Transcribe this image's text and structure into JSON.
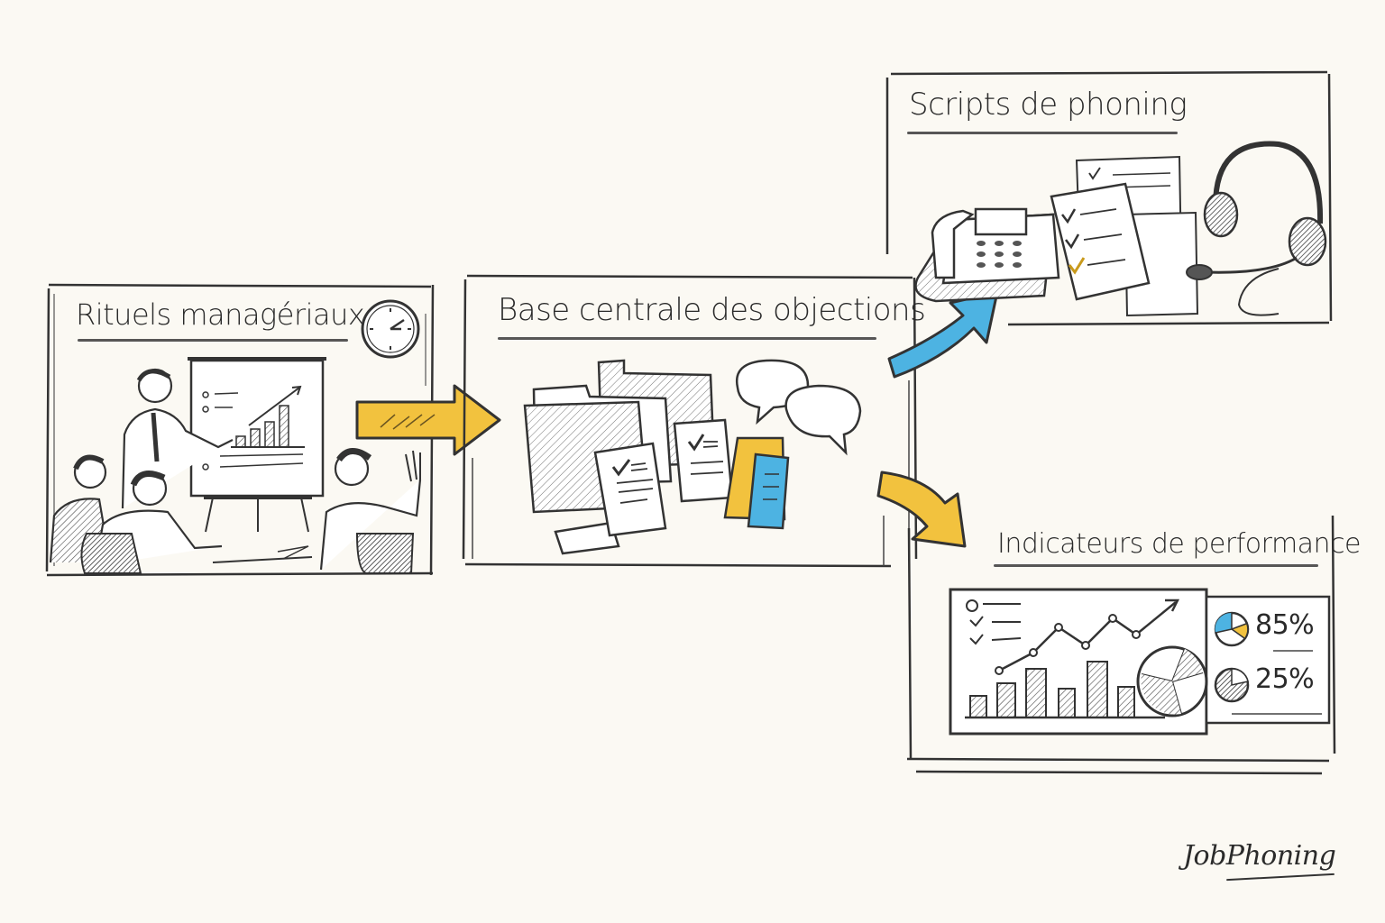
{
  "diagram": {
    "type": "flow",
    "colors": {
      "background": "#fbf9f3",
      "ink": "#2b2b2b",
      "accent_yellow": "#f2c23e",
      "accent_blue": "#4db3e2"
    },
    "nodes": [
      {
        "id": "rituels",
        "title": "Rituels managériaux",
        "illustration": "manager-presenting-chart-to-team",
        "icons": [
          "clock-icon",
          "flipchart-icon",
          "bar-chart-icon"
        ]
      },
      {
        "id": "base",
        "title": "Base centrale des objections",
        "illustration": "folders-documents-speech-bubbles",
        "icons": [
          "folder-icon",
          "checklist-icon",
          "speech-bubble-icon",
          "sticky-note-icon"
        ]
      },
      {
        "id": "scripts",
        "title": "Scripts de phoning",
        "illustration": "desk-phone-script-headset",
        "icons": [
          "desk-phone-icon",
          "checklist-icon",
          "headset-icon"
        ]
      },
      {
        "id": "indicateurs",
        "title": "Indicateurs de performance",
        "illustration": "dashboard-charts",
        "icons": [
          "line-chart-icon",
          "bar-chart-icon",
          "pie-chart-icon"
        ],
        "kpis": [
          {
            "value": "85%",
            "color": "#4db3e2"
          },
          {
            "value": "25%",
            "color": "#555555"
          }
        ]
      }
    ],
    "edges": [
      {
        "from": "rituels",
        "to": "base",
        "color": "#f2c23e"
      },
      {
        "from": "base",
        "to": "scripts",
        "color": "#4db3e2"
      },
      {
        "from": "base",
        "to": "indicateurs",
        "color": "#f2c23e"
      }
    ]
  },
  "brand": {
    "logo_text": "JobPhoning"
  }
}
